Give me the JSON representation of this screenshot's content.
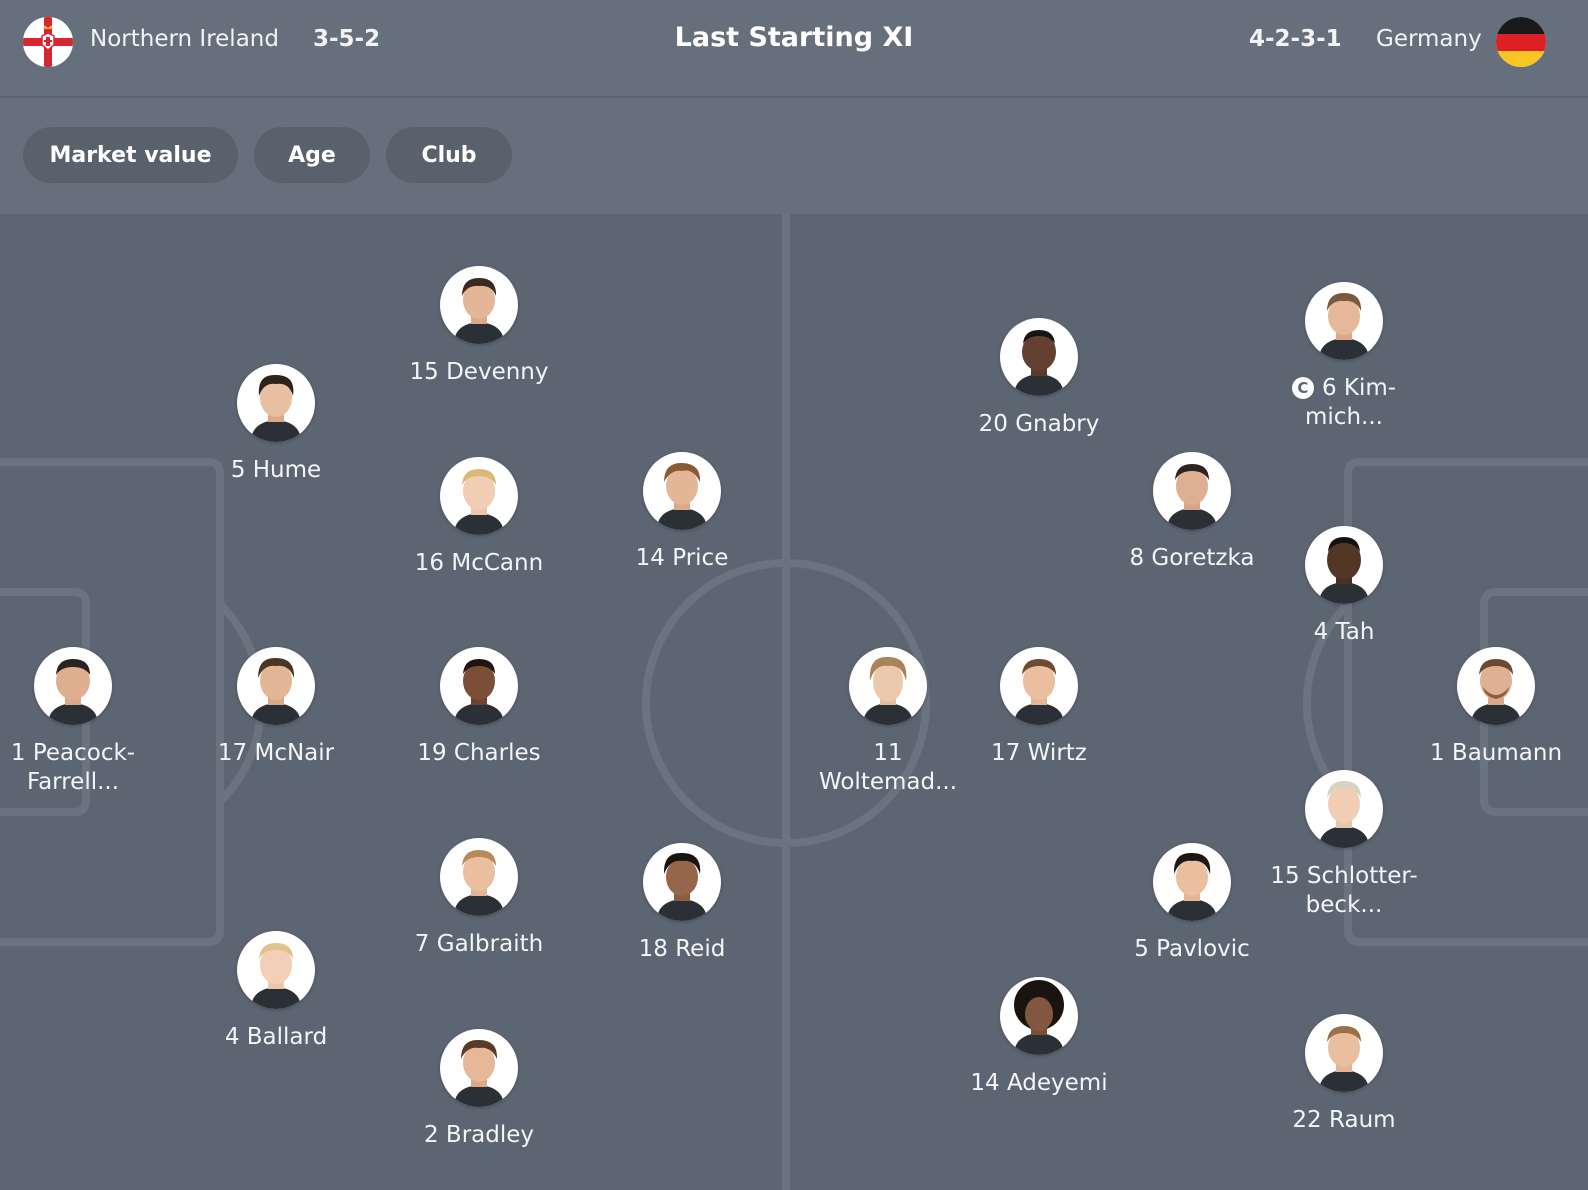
{
  "header": {
    "home": {
      "name": "Northern Ireland",
      "formation": "3-5-2"
    },
    "title": "Last Starting XI",
    "away": {
      "name": "Germany",
      "formation": "4-2-3-1"
    }
  },
  "filters": [
    {
      "label": "Market value"
    },
    {
      "label": "Age"
    },
    {
      "label": "Club"
    }
  ],
  "colors": {
    "header_bg": "#66707c",
    "pitch_bg": "#5c6572",
    "chip_bg": "#59616d",
    "pitch_lines": "#6a7380"
  },
  "home_players": [
    {
      "label": "15 Devenny"
    },
    {
      "label": "5 Hume"
    },
    {
      "label": "16 McCann"
    },
    {
      "label": "14 Price"
    },
    {
      "label": "1 Peacock-Farrell..."
    },
    {
      "label": "17 McNair"
    },
    {
      "label": "19 Charles"
    },
    {
      "label": "7 Galbraith"
    },
    {
      "label": "18 Reid"
    },
    {
      "label": "4 Ballard"
    },
    {
      "label": "2 Bradley"
    }
  ],
  "away_players": [
    {
      "label": "20 Gnabry"
    },
    {
      "label": "6 Kim-mich...",
      "captain": true,
      "captain_badge": "C"
    },
    {
      "label": "8 Goretzka"
    },
    {
      "label": "4 Tah"
    },
    {
      "label": "11 Woltemad..."
    },
    {
      "label": "17 Wirtz"
    },
    {
      "label": "1 Baumann"
    },
    {
      "label": "15 Schlotter-beck..."
    },
    {
      "label": "5 Pavlovic"
    },
    {
      "label": "14 Adeyemi"
    },
    {
      "label": "22 Raum"
    }
  ]
}
